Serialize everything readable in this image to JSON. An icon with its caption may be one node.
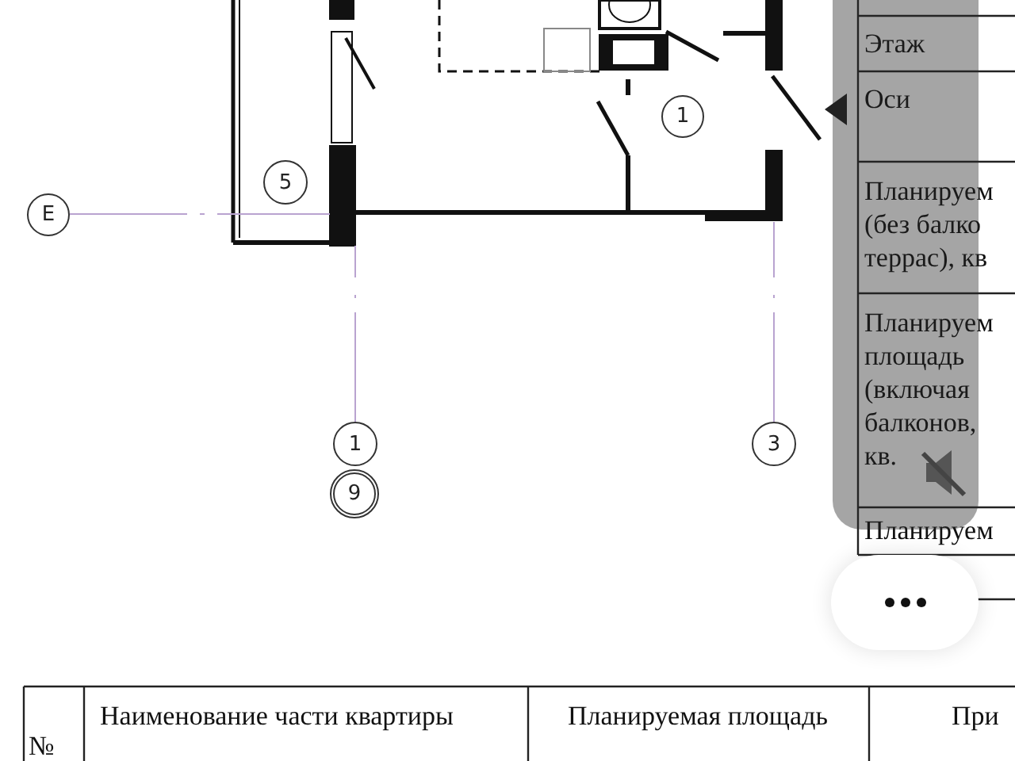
{
  "diagram": {
    "labels": [
      "Этаж",
      "Оси",
      "1",
      "5",
      "E",
      "Планируем (без балко террас), кв",
      "Планируем площадь (включая балконов, кв.",
      "1",
      "3",
      "9",
      "Планируем",
      "№",
      "Наименование части квартиры",
      "Планируемая площадь",
      "При"
    ]
  }
}
